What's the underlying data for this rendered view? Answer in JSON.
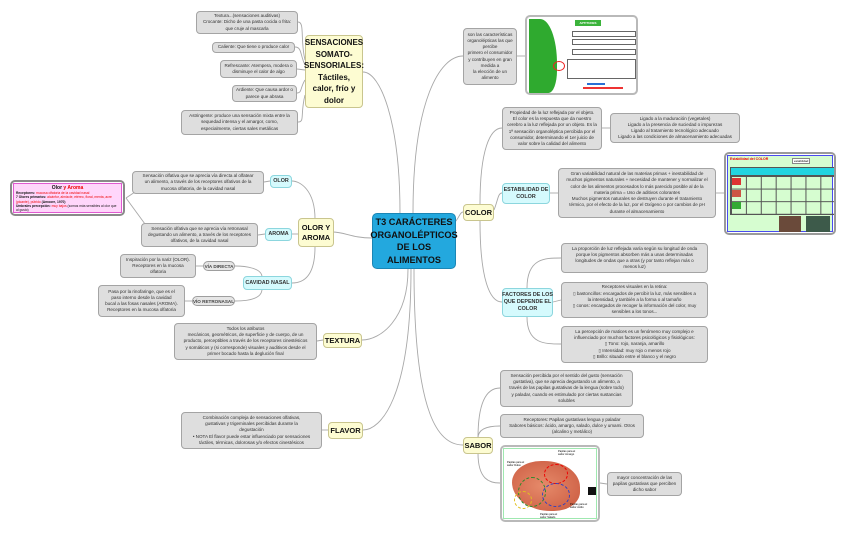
{
  "center": {
    "title": "T3 CARÁCTERES\nORGANOLÉPTICOS\nDE LOS\nALIMENTOS"
  },
  "somato": {
    "title": "SENSACIONES\nSOMATO-\nSENSORIALES:\nTáctiles,\ncalor, frío y\ndolor",
    "items": [
      "Textura...(sensaciones auditivas)\nCrocante: Dicho de una pasta cocida o frita:\nque cruje al mascarla",
      "Caliente: Que tiene o produce calor",
      "Refrescante: Atempera, modera o\ndisminuye el calor de algo",
      "Ardiente: Que causa ardor o\nparece que abrasa",
      "Astringente: produce una sensación mixta entre la\nsequedad intensa y el amargor, como,\nespecialmente, ciertas sales metálicas"
    ]
  },
  "olor_aroma": {
    "title": "OLOR Y\nAROMA",
    "olor": {
      "label": "OLOR",
      "text": "Sensación olfativa que se aprecia vía directa al olfatear\nun alimento, a través de los receptores olfativos de la\nmucosa olfatoria, de la cavidad nasal"
    },
    "aroma": {
      "label": "AROMA",
      "text": "Sensación olfativa que se aprecia vía retronasal\ndegustando un alimento, a través de los receptores\nolfativos, de la cavidad nasal"
    },
    "cavidad": {
      "label": "CAVIDAD NASAL",
      "via_directa": {
        "label": "VÍA DIRECTA",
        "text": "Inspiración por la nariz (OLOR).\nReceptores en la mucosa\nolfatoria"
      },
      "via_retronasal": {
        "label": "VÍO RETRONASAL",
        "text": "Pasa por la rinofaringe, que es el\npaso interno desde la cavidad\nbucal a las fosas nasales (AROMA).\nReceptores en la mucosa olfatoria"
      }
    },
    "note": {
      "title_a": "Olor",
      "title_b": "y",
      "title_c": "Aroma",
      "line1_label": "Receptores:",
      "line1_value": "mucosa olfatoria de la cavidad nasal",
      "line2_label": "7 Olores primarios:",
      "line2_value": "alcánfor, almizcle, etéreo, floral, menta, acre (picante), pútrido",
      "line2_ref": "(Amoore, 1970)",
      "line3_label": "Umbrales percepción:",
      "line3_value": "muy bajos",
      "line3_rest": "(somos más sensibles al olor que al gusto)"
    }
  },
  "textura": {
    "title": "TEXTURA",
    "text": "Todos los atributos\nmecánicos, geométricos, de superficie y de cuerpo, de un\nproducto, perceptibles a través de los receptores cinestésicos\ny somáticos y (si corresponde) visuales y auditivos desde el\nprimer bocado hasta la deglución final"
  },
  "flavor": {
    "title": "FLAVOR",
    "text": "Combinación compleja de sensaciones olfativas,\ngustativas y trigeminales percibidas durante la\ndegustación\n• NOTA El flavor puede estar influenciado por sensaciones\ntáctiles, térmicas, dolorosas y/o efectos cinestésicos"
  },
  "intro": {
    "text": "son las características\norganolépticas las que\npercibe\nprimero el consumidor\ny contribuyen en gran\nmedida a\nla elección de un\nalimento",
    "image_title": "APTITUDES"
  },
  "color": {
    "title": "COLOR",
    "definition": "Propiedad de la luz reflejada por el objeto.\nEl color es la respuesta que da nuestro\ncerebro a la luz reflejada por un objeto. Es la\n1ª sensación organoléptica percibida por el\nconsumidor, determinando el 1er juicio de\nvalor sobre la calidad del alimento",
    "linked": "Ligado a la maduración (vegetales)\nLigado a la presencia de suciedad o impurezas\nLigado al tratamiento tecnológico adecuado\nLigado a las condiciones de almacenamiento adecuadas",
    "estabilidad": {
      "label": "ESTABILIDAD DE\nCOLOR",
      "text": "Gran variabilidad natural de las materias primas + inestabilidad de\nmuchos pigmentos naturales + necesidad de mantener y normalizar el\ncolor de los alimentos procesados lo más parecido posible al de la\nmateria prima = Uso de aditivos colorantes\nMuchos pigmentos naturales se destruyen durante el tratamiento\ntérmico, por el efecto de la luz, por el Oxígeno o por cambios de pH\ndurante el almacenamiento",
      "table_title": "Estabilidad del COLOR",
      "table_tag": "estabilidad"
    },
    "factores": {
      "label": "FACTORES DE LOS\nQUE DEPENDE EL\nCOLOR",
      "items": [
        "La proporción de luz reflejada varía según su longitud de onda\nporque los pigmentos absorben más a unas determinadas\nlongitudes de ondas que a otras (y por tanto reflejan más o\nmenos luz)",
        "Receptores visuales en la retina:\n▯ bastoncillos: encargados de percibir la luz, más sensibles a\nla intensidad, y también a la forma o al tamaño\n▯ conos: encargados de recoger la información del color, muy\nsensibles a los tonos...",
        "La percepción de matices es un fenómeno muy complejo e\ninfluenciado por muchos factores psicológicos y fisiológicos:\n▯ Tono: rojo, naranja, amarillo\n▯ Intensidad: muy rojo o menos rojo\n▯ Brillo: situado entre el blanco y el negro"
      ]
    }
  },
  "sabor": {
    "title": "SABOR",
    "definition": "Sensación percibida por el sentido del gusto (sensación\ngustativa), que se aprecia degustando un alimento, a\ntravés de las papilas gustativas de la lengua (sobre todo)\ny paladar, cuando es estimulado por ciertas sustancias\nsolubles",
    "receptors": "Receptores: Papilas gustativas lengua y paladar\nSabores básicos: ácido, amargo, salado, dulce y umami. Otros\n(alcalino y metálico)",
    "tongue_labels": [
      "Papilas para el\nsabor Amargo",
      "Papilas para el\nsabor Dulce",
      "Papilas para el\nsabor Ácido",
      "Papilas para el\nsabor Salado"
    ],
    "concentration": "mayor concentración de las\npapilas gustativas que perciben\ndicho sabor"
  },
  "colors": {
    "center": "#23a8de",
    "main_node": "#fdfcd2",
    "sub_node": "#d5fafd",
    "text_box": "#dedede",
    "link": "#a8a8a8"
  }
}
